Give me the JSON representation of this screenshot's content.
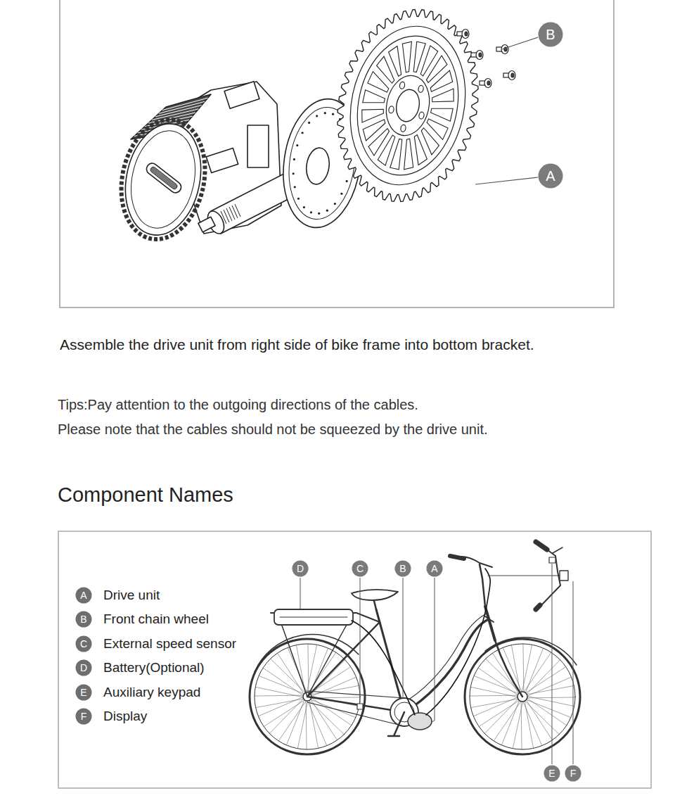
{
  "diagram": {
    "title": "Component Names",
    "nodes": [
      {
        "text": [
          "B"
        ]
      },
      {
        "text": [
          "A"
        ]
      },
      {
        "text": [
          "A"
        ]
      },
      {
        "text": [
          "B"
        ]
      },
      {
        "text": [
          "C"
        ]
      },
      {
        "text": [
          "D"
        ]
      },
      {
        "text": [
          "E"
        ]
      },
      {
        "text": [
          "F"
        ]
      },
      {
        "text": [
          "D"
        ]
      },
      {
        "text": [
          "C"
        ]
      },
      {
        "text": [
          "B"
        ]
      },
      {
        "text": [
          "A"
        ]
      },
      {
        "text": [
          "E"
        ]
      },
      {
        "text": [
          "F"
        ]
      }
    ],
    "labels": [
      "Assemble the drive unit from right side of bike frame into bottom bracket.",
      "Tips:Pay attention to the outgoing directions of the cables.",
      "Please note that the cables should not be squeezed by the drive unit.",
      "Drive unit",
      "Front chain wheel",
      "External speed sensor",
      "Battery(Optional)",
      "Auxiliary keypad",
      "Display"
    ]
  }
}
